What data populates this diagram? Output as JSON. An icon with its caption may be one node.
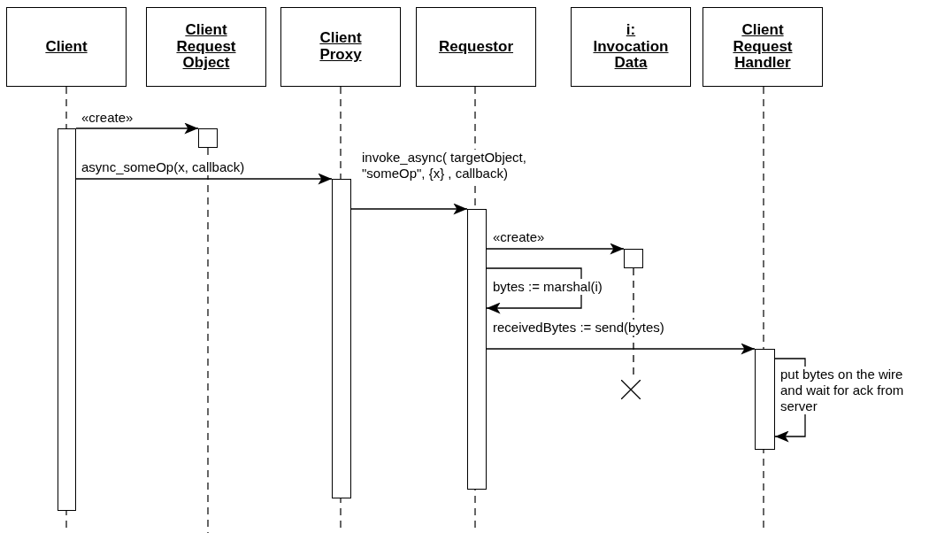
{
  "diagram": {
    "nodes": [
      {
        "text": [
          "Client"
        ]
      },
      {
        "text": [
          "Client Request Object"
        ]
      },
      {
        "text": [
          "Client Proxy"
        ]
      },
      {
        "text": [
          "Requestor"
        ]
      },
      {
        "text": [
          "i: Invocation Data"
        ]
      },
      {
        "text": [
          "Client Request Handler"
        ]
      },
      {
        "text": [],
        "shape": "bar"
      },
      {
        "text": [],
        "shape": "box"
      },
      {
        "text": [],
        "shape": "bar"
      },
      {
        "text": [],
        "shape": "bar"
      },
      {
        "text": [],
        "shape": "box"
      },
      {
        "text": [],
        "shape": "bar"
      },
      {
        "text": [],
        "shape": "cross"
      }
    ],
    "edges": [
      {
        "from": 6,
        "to": 7,
        "arrow": "to",
        "label": "«create»"
      },
      {
        "from": 6,
        "to": 8,
        "arrow": "to",
        "label": "async_someOp(x, callback)"
      },
      {
        "from": 8,
        "to": 9,
        "arrow": "to",
        "label": "invoke_async( targetObject, \"someOp\", {x} , callback)"
      },
      {
        "from": 9,
        "to": 10,
        "arrow": "to",
        "label": "«create»"
      },
      {
        "from": 9,
        "to": 9,
        "arrow": "to",
        "label": "bytes := marshal(i)"
      },
      {
        "from": 9,
        "to": 11,
        "arrow": "to",
        "label": "receivedBytes := send(bytes)"
      },
      {
        "from": 11,
        "to": 11,
        "arrow": "to",
        "label": "put bytes on the wire and wait for ack from server"
      },
      {
        "from": 10,
        "to": 12,
        "arrow": "none",
        "style": "dashed"
      }
    ]
  }
}
